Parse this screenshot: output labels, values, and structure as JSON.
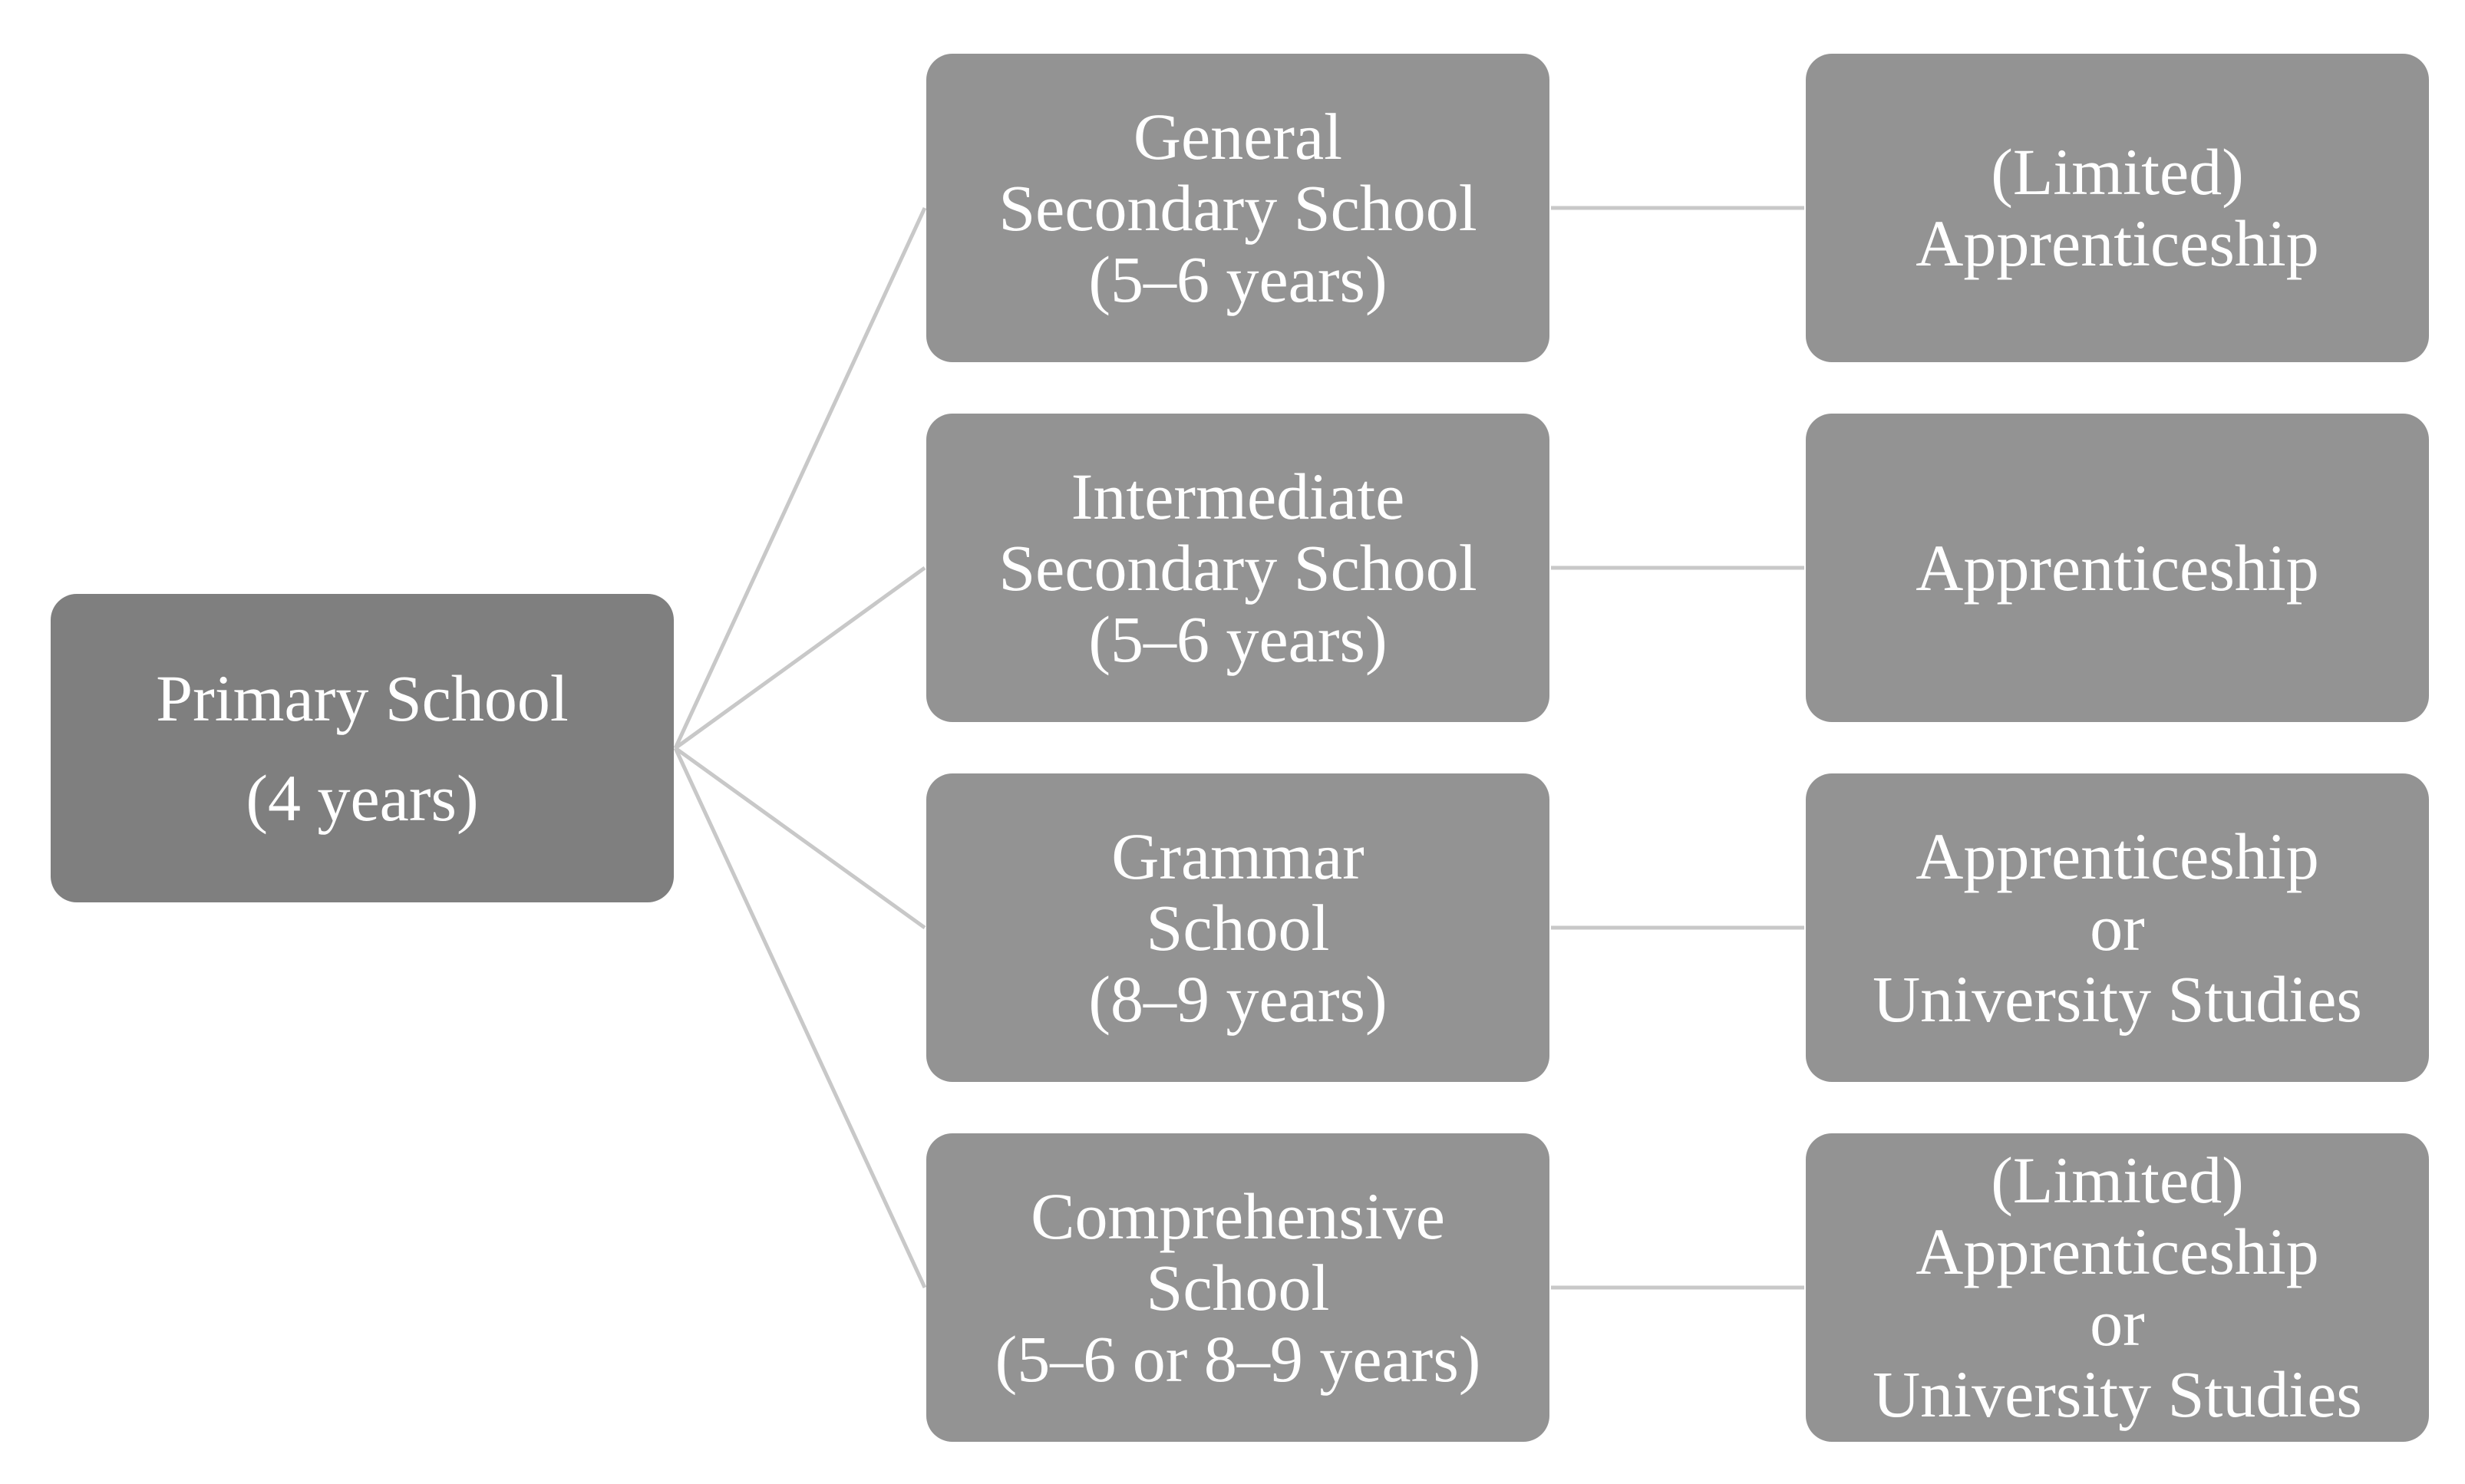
{
  "diagram": {
    "root": {
      "lines": [
        "Primary School",
        "(4 years)"
      ]
    },
    "branches": [
      {
        "school": [
          "General",
          "Secondary School",
          "(5–6 years)"
        ],
        "outcome": [
          "(Limited)",
          "Apprenticeship"
        ]
      },
      {
        "school": [
          "Intermediate",
          "Secondary School",
          "(5–6 years)"
        ],
        "outcome": [
          "Apprenticeship"
        ]
      },
      {
        "school": [
          "Grammar",
          "School",
          "(8–9 years)"
        ],
        "outcome": [
          "Apprenticeship",
          "or",
          "University Studies"
        ]
      },
      {
        "school": [
          "Comprehensive",
          "School",
          "(5–6 or 8–9 years)"
        ],
        "outcome": [
          "(Limited)",
          "Apprenticeship",
          "or",
          "University Studies"
        ]
      }
    ],
    "colors": {
      "root_fill": "#7f7f7f",
      "node_fill": "#939393",
      "text": "#ffffff",
      "connector": "#c8c8c8"
    }
  }
}
